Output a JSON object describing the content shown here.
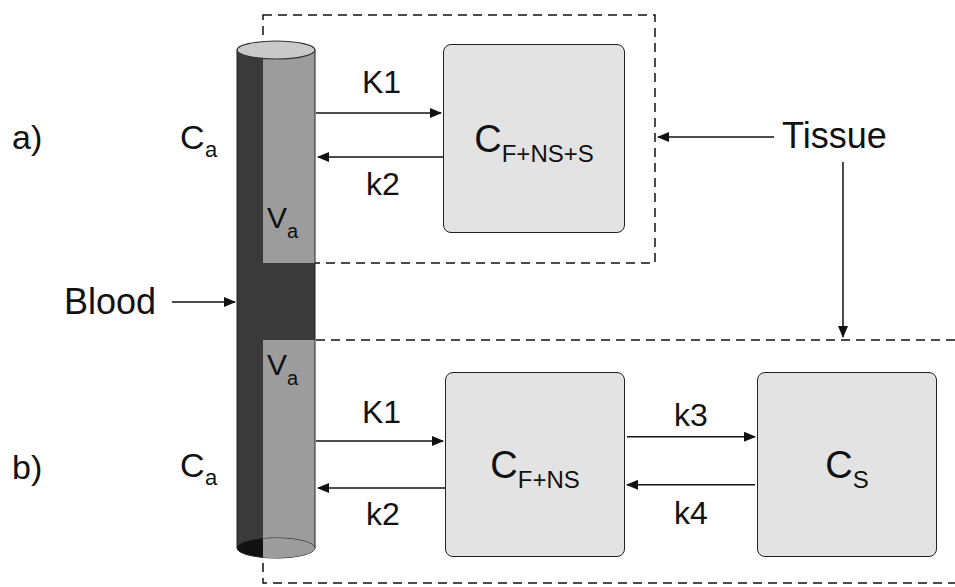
{
  "diagram": {
    "nodes": [
      {
        "text": [
          "C",
          "F+NS+S"
        ]
      },
      {
        "text": [
          "C",
          "F+NS"
        ]
      },
      {
        "text": [
          "C",
          "S"
        ]
      }
    ],
    "edges": [
      {
        "from": 1,
        "to": 2,
        "arrow": "to",
        "label": "k3"
      },
      {
        "from": 2,
        "to": 1,
        "arrow": "to",
        "label": "k4"
      }
    ],
    "labels": [
      "a)",
      "C",
      "a",
      "K1",
      "k2",
      "V",
      "a",
      "Tissue",
      "Blood",
      "V",
      "a",
      "K1",
      "k2",
      "b)",
      "C",
      "a"
    ]
  }
}
